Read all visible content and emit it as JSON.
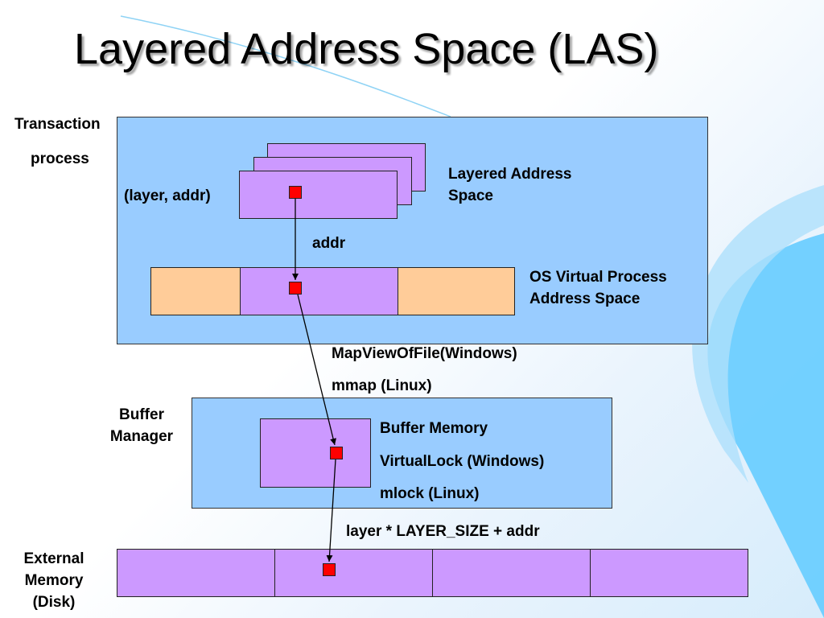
{
  "title": "Layered Address Space (LAS)",
  "labels": {
    "transaction": "Transaction",
    "process": "process",
    "layer_addr": "(layer, addr)",
    "las_line1": "Layered Address",
    "las_line2": "Space",
    "addr": "addr",
    "os_line1": "OS Virtual Process",
    "os_line2": "Address Space",
    "mapview": "MapViewOfFile(Windows)",
    "mmap": "mmap (Linux)",
    "buffer_line1": "Buffer",
    "buffer_line2": "Manager",
    "buffer_memory": "Buffer Memory",
    "virtuallock": "VirtualLock (Windows)",
    "mlock": "mlock (Linux)",
    "layer_formula": "layer * LAYER_SIZE + addr",
    "external_line1": "External",
    "external_line2": "Memory",
    "external_line3": "(Disk)"
  },
  "colors": {
    "panel": "#99ccff",
    "layer_box": "#cc99ff",
    "os_side_segment": "#ffcc99",
    "marker": "#ff0000"
  }
}
